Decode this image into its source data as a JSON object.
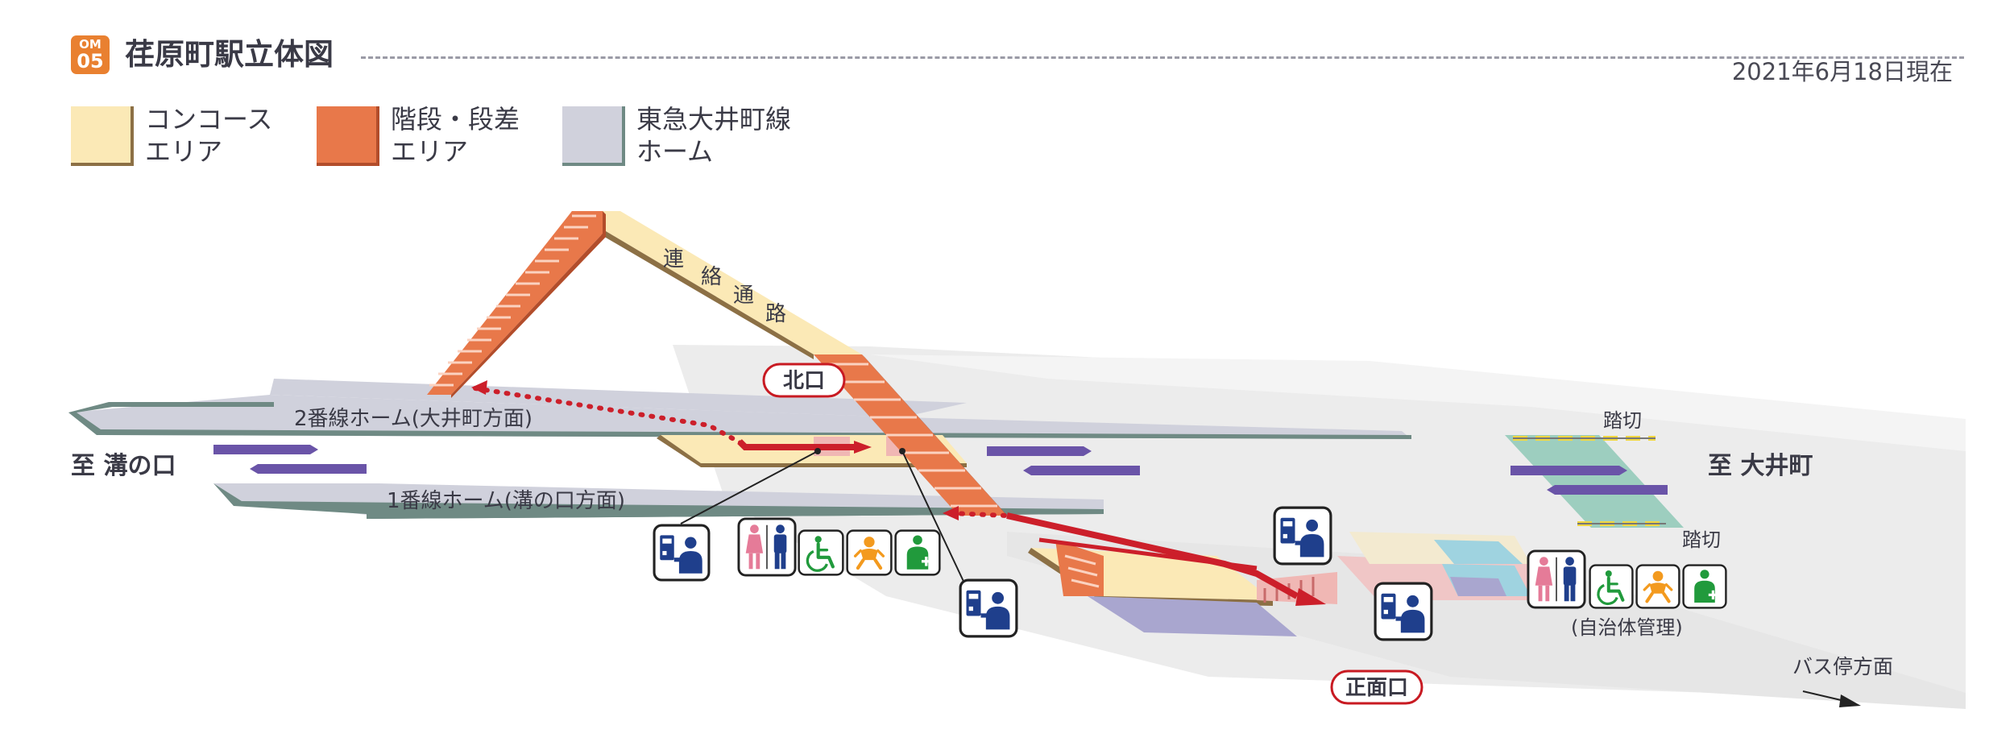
{
  "header": {
    "station_line_code": "OM",
    "station_number": "05",
    "title": "荏原町駅立体図",
    "date_note": "2021年6月18日現在"
  },
  "legend": [
    {
      "line1": "コンコース",
      "line2": "エリア",
      "fill": "#fbe9b6",
      "edge": "#8c7045"
    },
    {
      "line1": "階段・段差",
      "line2": "エリア",
      "fill": "#e8784a",
      "edge": "#b24d2b"
    },
    {
      "line1": "東急大井町線",
      "line2": "ホーム",
      "fill": "#d0d1dc",
      "edge": "#6f8a84"
    }
  ],
  "directions": {
    "west": "至 溝の口",
    "east": "至 大井町",
    "bus": "バス停方面"
  },
  "platforms": {
    "platform2": "2番線ホーム(大井町方面)",
    "platform1": "1番線ホーム(溝の口方面)"
  },
  "passage": {
    "chars": [
      "連",
      "絡",
      "通",
      "路"
    ]
  },
  "exits": {
    "north": "北口",
    "front": "正面口"
  },
  "crossings": {
    "upper": "踏切",
    "lower": "踏切"
  },
  "municipal_note": "(自治体管理)",
  "colors": {
    "concourse": "#fbe9b6",
    "stairs": "#e8784a",
    "platform": "#d0d1dc",
    "route_arrow": "#cc1f2a",
    "train_arrow": "#6a54a8",
    "icon_blue": "#1f3f8c",
    "icon_pink": "#e57b98",
    "icon_green": "#219a3c",
    "icon_orange": "#f39a1e"
  }
}
